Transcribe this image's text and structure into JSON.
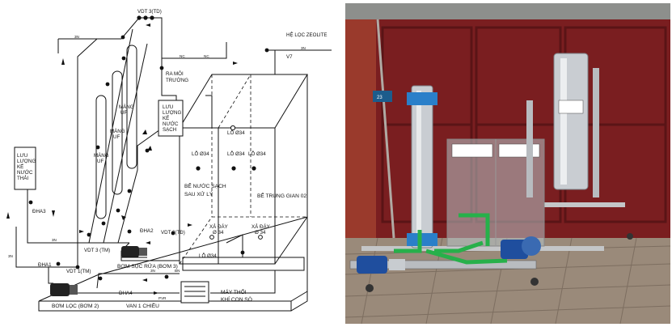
{
  "diagram": {
    "labels": {
      "vdt3_td": "VDT 3(TD)",
      "he_loc_zeolite": "HỆ LỌC ZEOLITE",
      "v7": "V7",
      "ra_moi_truong_1": "RA MÔI",
      "ra_moi_truong_2": "TRƯỜNG",
      "luu_luong_sach_1": "LƯU",
      "luu_luong_sach_2": "LƯỢNG",
      "luu_luong_sach_3": "KẾ",
      "luu_luong_sach_4": "NƯỚC",
      "luu_luong_sach_5": "SẠCH",
      "luu_luong_thai_1": "LƯU",
      "luu_luong_thai_2": "LƯỢNG",
      "luu_luong_thai_3": "KẾ",
      "luu_luong_thai_4": "NƯỚC",
      "luu_luong_thai_5": "THẢI",
      "mang_uf_left_1": "MÀNG",
      "mang_uf_left_2": "UF",
      "mang_uf_mid_1": "MÀNG",
      "mang_uf_mid_2": "UF",
      "mang_uf_right_1": "MÀNG",
      "mang_uf_right_2": "UF",
      "lo34_top": "LỖ Ø34",
      "lo34_a": "LỖ Ø34",
      "lo34_b": "LỖ Ø34",
      "lo34_c": "LỖ Ø34",
      "be_sach_1": "BỂ NƯỚC SẠCH",
      "be_sach_2": "SAU XỬ LÝ",
      "be_trung_gian": "BỂ TRUNG GIAN 02",
      "xa_day_1a": "XẢ ĐÁY",
      "xa_day_1b": "Ø 34",
      "xa_day_2a": "XẢ ĐÁY",
      "xa_day_2b": "Ø 34",
      "lo34_bottom": "LỖ Ø34",
      "dha3": "ĐHA3",
      "dha2": "ĐHA2",
      "dha1": "ĐHA1",
      "dha4": "ĐHA4",
      "vdt2_td": "VDT 2(TĐ)",
      "vdt3_tm": "VDT 3 (TM)",
      "vdt1_tm": "VDT 1(TM)",
      "bom_suc_rua": "BƠM SỤC RỬA (BƠM 3)",
      "bom_loc": "BƠM LỌC (BƠM 2)",
      "van_1_chieu": "VAN 1 CHIỀU",
      "may_thoi_1": "MÁY THỔI",
      "may_thoi_2": "KHÍ CON SÒ",
      "pipe_code_3n": "3N",
      "pipe_code_nc": "NC",
      "pipe_code_bn": "BN",
      "pipe_code_pvr": "PVR"
    }
  },
  "photo": {
    "plate_number": "23"
  },
  "colors": {
    "wall_red": "#7a1e20",
    "pavement": "#9a8a7a",
    "steel": "#c9cdd2",
    "pipe_green": "#27b04a",
    "pump_blue": "#1f4e9e"
  }
}
